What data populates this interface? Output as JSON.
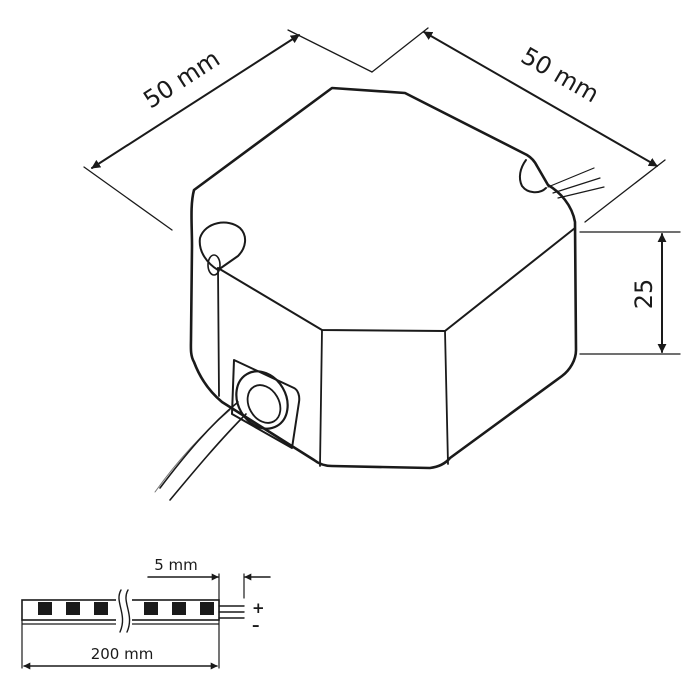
{
  "diagram": {
    "dimensions": {
      "width_top_left": "50 mm",
      "width_top_right": "50 mm",
      "height": "25"
    },
    "strip": {
      "segment": "5 mm",
      "length": "200 mm",
      "plus": "+",
      "minus": "–"
    }
  },
  "colors": {
    "line": "#1a1a1a",
    "background": "#ffffff"
  }
}
